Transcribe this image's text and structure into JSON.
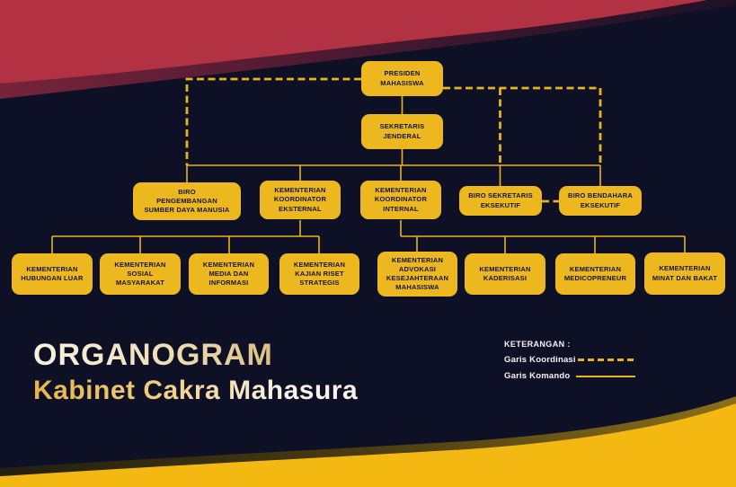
{
  "title": {
    "line1": "ORGANOGRAM",
    "line2": "Kabinet Cakra Mahasura"
  },
  "legend": {
    "heading": "KETERANGAN :",
    "items": [
      {
        "label": "Garis Koordinasi",
        "line_style": "dashed"
      },
      {
        "label": "Garis Komando",
        "line_style": "solid"
      }
    ]
  },
  "palette": {
    "background_navy": "#0e1126",
    "accent_red": "#b23143",
    "accent_yellow_band": "#f3b811",
    "node_fill": "#ecb71f",
    "node_text": "#14162b",
    "connector_yellow": "#e9b31b",
    "legend_text": "#f5f4f6"
  },
  "nodes": [
    {
      "id": "presiden",
      "label": "PRESIDEN\nMAHASISWA"
    },
    {
      "id": "sekretaris-jenderal",
      "label": "SEKRETARIS\nJENDERAL"
    },
    {
      "id": "biro-pengembangan-sdm",
      "label": "BIRO\nPENGEMBANGAN\nSUMBER DAYA MANUSIA"
    },
    {
      "id": "kementerian-koordinator-eksternal",
      "label": "KEMENTERIAN\nKOORDINATOR\nEKSTERNAL"
    },
    {
      "id": "kementerian-koordinator-internal",
      "label": "KEMENTERIAN\nKOORDINATOR\nINTERNAL"
    },
    {
      "id": "biro-sekretaris-eksekutif",
      "label": "BIRO SEKRETARIS\nEKSEKUTIF"
    },
    {
      "id": "biro-bendahara-eksekutif",
      "label": "BIRO BENDAHARA\nEKSEKUTIF"
    },
    {
      "id": "kementerian-hubungan-luar",
      "label": "KEMENTERIAN\nHUBUNGAN LUAR"
    },
    {
      "id": "kementerian-sosial-masyarakat",
      "label": "KEMENTERIAN\nSOSIAL\nMASYARAKAT"
    },
    {
      "id": "kementerian-media-informasi",
      "label": "KEMENTERIAN\nMEDIA DAN\nINFORMASI"
    },
    {
      "id": "kementerian-kajian-riset-strategis",
      "label": "KEMENTERIAN\nKAJIAN RISET\nSTRATEGIS"
    },
    {
      "id": "kementerian-advokasi-kesejahteraan",
      "label": "KEMENTERIAN\nADVOKASI\nKESEJAHTERAAN\nMAHASISWA"
    },
    {
      "id": "kementerian-kaderisasi",
      "label": "KEMENTERIAN\nKADERISASI"
    },
    {
      "id": "kementerian-medicopreneur",
      "label": "KEMENTERIAN\nMEDICOPRENEUR"
    },
    {
      "id": "kementerian-minat-bakat",
      "label": "KEMENTERIAN\nMINAT DAN BAKAT"
    }
  ]
}
